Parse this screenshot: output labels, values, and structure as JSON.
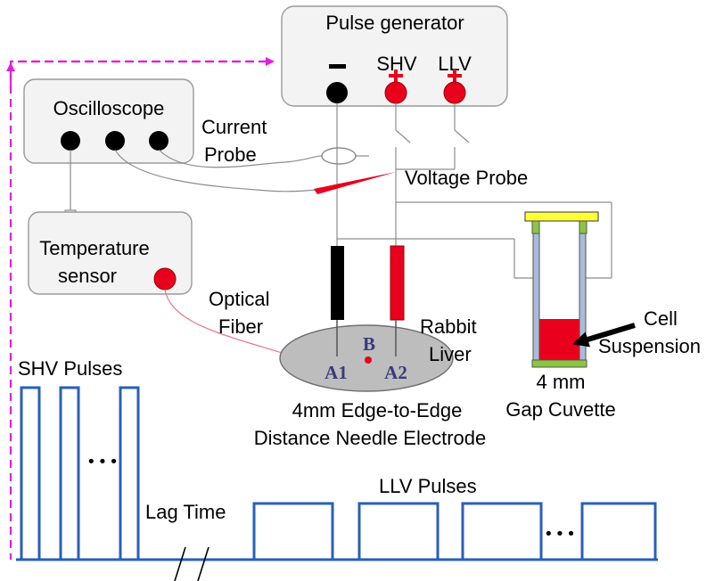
{
  "pulse_generator": {
    "title": "Pulse generator",
    "terminals": [
      "SHV",
      "LLV"
    ]
  },
  "oscilloscope": {
    "title": "Oscilloscope"
  },
  "temperature_sensor": {
    "line1": "Temperature",
    "line2": "sensor"
  },
  "probes": {
    "current_line1": "Current",
    "current_line2": "Probe",
    "voltage": "Voltage Probe"
  },
  "optical_fiber": {
    "line1": "Optical",
    "line2": "Fiber"
  },
  "liver": {
    "line1": "Rabbit",
    "line2": "Liver"
  },
  "points": {
    "b": "B",
    "a1": "A1",
    "a2": "A2"
  },
  "cell": {
    "line1": "Cell",
    "line2": "Suspension"
  },
  "cuvette": {
    "line1": "4 mm",
    "line2": "Gap Cuvette"
  },
  "electrode": {
    "line1": "4mm Edge-to-Edge",
    "line2": "Distance Needle Electrode"
  },
  "pulses": {
    "shv_label": "SHV Pulses",
    "llv_label": "LLV Pulses",
    "lag_label": "Lag Time",
    "ellipsis": "•••"
  },
  "colors": {
    "feedback_arrow": "#e020e0",
    "pulse_line": "#2a5fb8",
    "terminal_red": "#e8001c",
    "terminal_black": "#000000",
    "cuvette_frame": "#a8bcd8",
    "cuvette_cap": "#ffff33",
    "cuvette_spacer": "#8cc63f",
    "liver_fill": "#bdbdbd"
  }
}
